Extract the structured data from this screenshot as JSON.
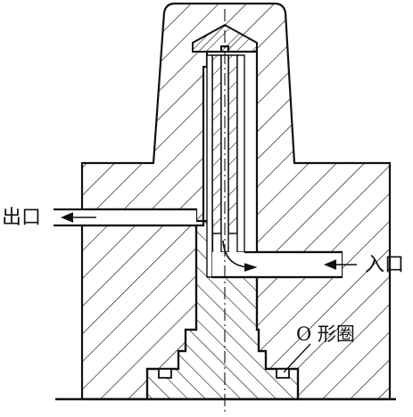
{
  "labels": {
    "outlet": "出口",
    "inlet": "入口",
    "o_ring": "O 形圈"
  }
}
